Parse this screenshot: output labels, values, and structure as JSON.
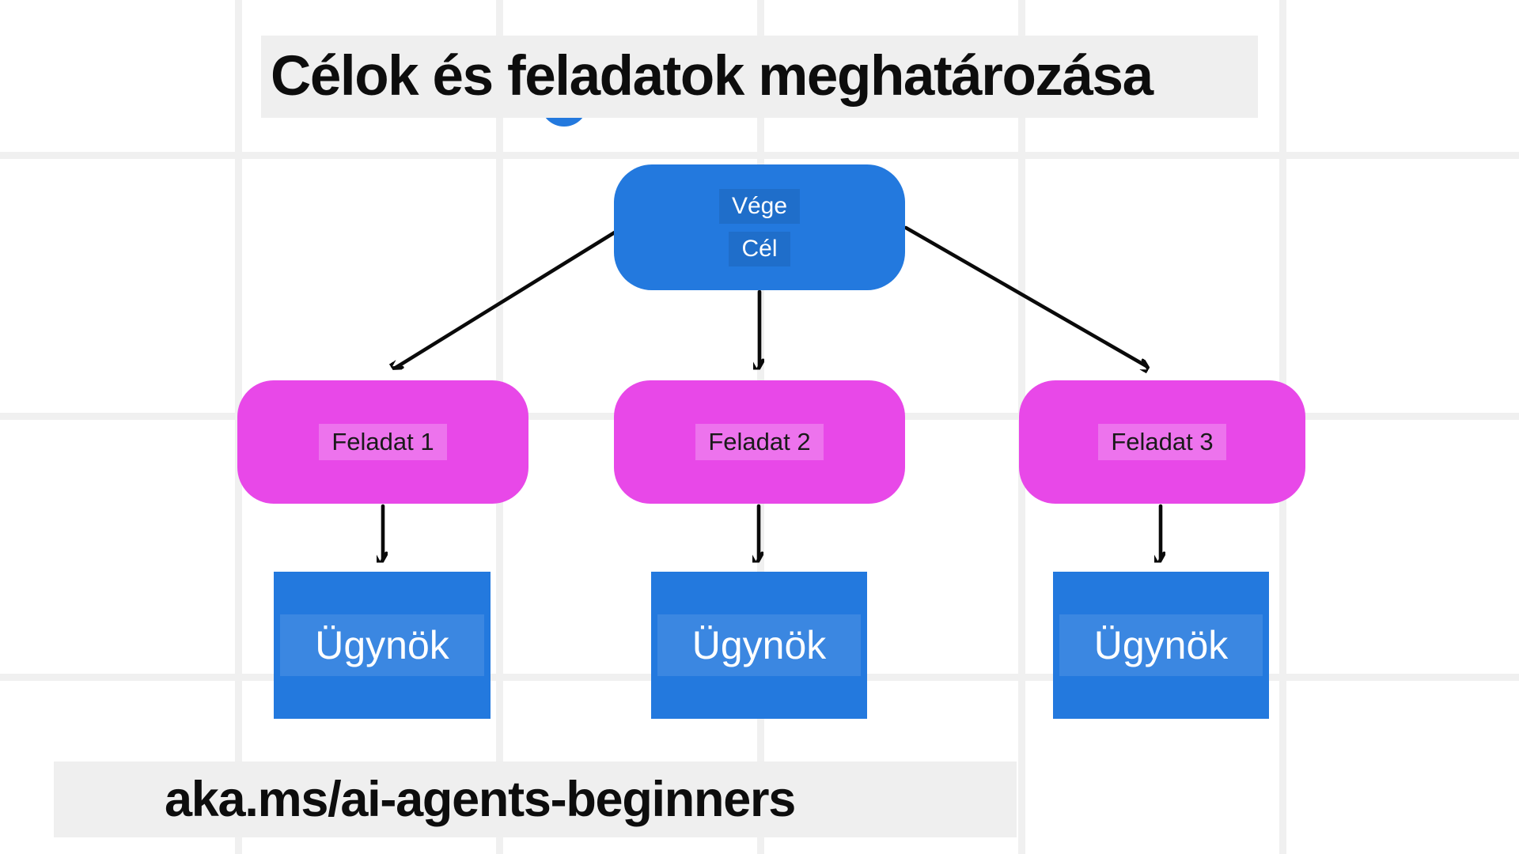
{
  "header": {
    "title": "Célok és feladatok meghatározása"
  },
  "footer": {
    "link_text": "aka.ms/ai-agents-beginners"
  },
  "flowchart": {
    "goal_node": {
      "labels": [
        "Vége",
        "Cél"
      ]
    },
    "task_nodes": [
      {
        "label": "Feladat 1"
      },
      {
        "label": "Feladat 2"
      },
      {
        "label": "Feladat 3"
      }
    ],
    "agent_nodes": [
      {
        "label": "Ügynök"
      },
      {
        "label": "Ügynök"
      },
      {
        "label": "Ügynök"
      }
    ],
    "edges": [
      {
        "from": "goal",
        "to": "task-1"
      },
      {
        "from": "goal",
        "to": "task-2"
      },
      {
        "from": "goal",
        "to": "task-3"
      },
      {
        "from": "task-1",
        "to": "agent-1"
      },
      {
        "from": "task-2",
        "to": "agent-2"
      },
      {
        "from": "task-3",
        "to": "agent-3"
      }
    ]
  },
  "colors": {
    "node_blue": "#2379DE",
    "node_magenta": "#E848E8",
    "band_gray": "#efefef",
    "grid_line_gray": "#f0f0f0",
    "arrow_black": "#0a0a0a",
    "text_dark": "#1a1a1a",
    "text_white": "#ffffff"
  }
}
